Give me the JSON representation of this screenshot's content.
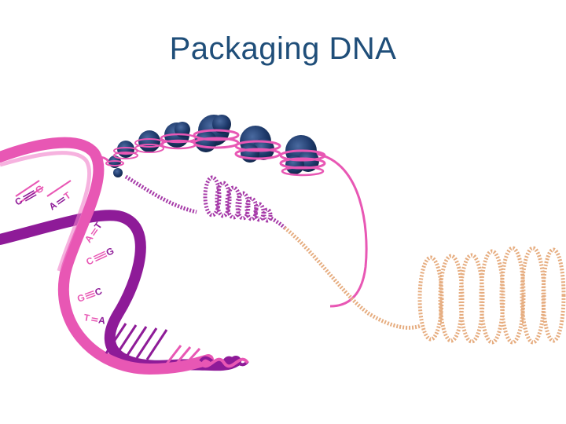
{
  "slide": {
    "title": "Packaging DNA"
  },
  "colors": {
    "title": "#1f4e79",
    "pink_strand": "#e857b4",
    "purple_strand": "#8e1b98",
    "nucleosome": "#1e3a6b",
    "loose_fiber": "#e6ad80"
  },
  "base_pairs": [
    {
      "left": "C",
      "right": "G"
    },
    {
      "left": "A",
      "right": "T"
    },
    {
      "left": "A",
      "right": "T"
    },
    {
      "left": "C",
      "right": "G"
    },
    {
      "left": "G",
      "right": "C"
    },
    {
      "left": "T",
      "right": "A"
    }
  ],
  "icons": [
    "double-helix",
    "nucleosome-cluster",
    "chromatin-coil",
    "loose-fiber-coil"
  ]
}
